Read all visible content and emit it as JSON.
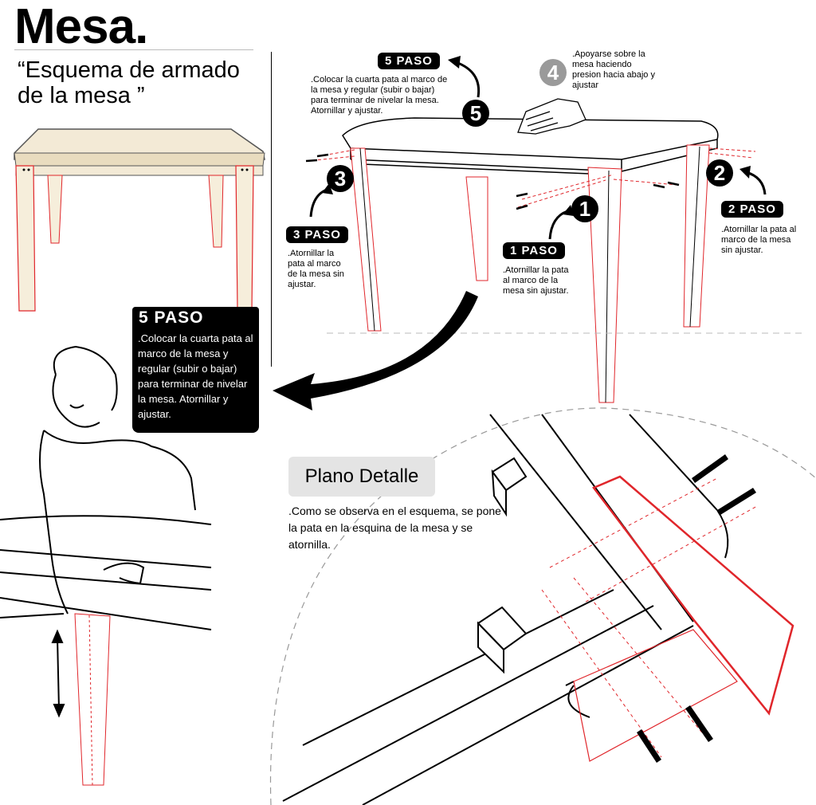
{
  "title": "Mesa.",
  "subtitle": "“Esquema de armado de la mesa ”",
  "step1": {
    "number": "1",
    "label": "1 PASO",
    "text": ".Atornillar la pata al marco de la mesa sin ajustar."
  },
  "step2": {
    "number": "2",
    "label": "2 PASO",
    "text": ".Atornillar la pata al marco de la mesa sin ajustar."
  },
  "step3": {
    "number": "3",
    "label": "3 PASO",
    "text": ".Atornillar la pata al marco de la mesa sin ajustar."
  },
  "step4": {
    "number": "4",
    "text": ".Apoyarse sobre la mesa haciendo presion hacia abajo y ajustar"
  },
  "step5_top": {
    "number": "5",
    "label": "5 PASO",
    "text": ".Colocar la cuarta pata al marco de la mesa y regular (subir o bajar) para terminar de nivelar la mesa. Atornillar y ajustar."
  },
  "step5_box": {
    "label": "5 PASO",
    "text": ".Colocar la cuarta pata al marco de la mesa y regular (subir o bajar) para terminar de nivelar la mesa. Atornillar y ajustar."
  },
  "detail": {
    "title": "Plano Detalle",
    "text": ".Como se observa en el esquema, se pone la pata en la esquina de la mesa y se atornilla."
  },
  "colors": {
    "accent_red": "#e0262b",
    "wood": "#f3ead6",
    "ink": "#000000"
  }
}
